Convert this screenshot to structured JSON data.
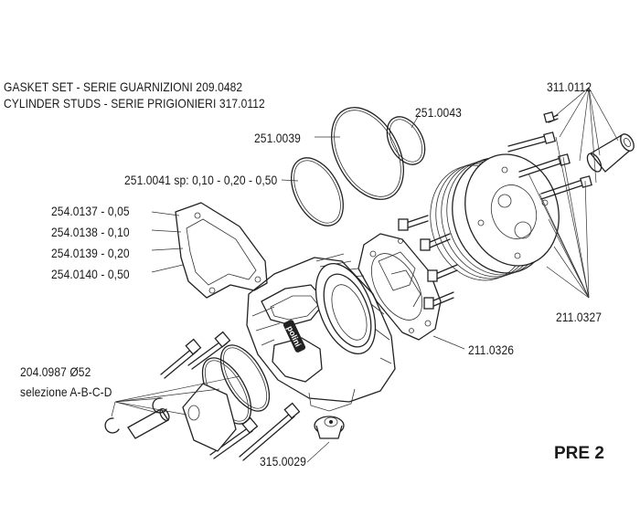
{
  "header": {
    "gasket_set": "GASKET SET - SERIE GUARNIZIONI 209.0482",
    "cylinder_studs": "CYLINDER STUDS - SERIE PRIGIONIERI 317.0112"
  },
  "parts": {
    "p251_0043": "251.0043",
    "p251_0039": "251.0039",
    "p251_0041": "251.0041 sp: 0,10 - 0,20 - 0,50",
    "p254_0137": "254.0137 - 0,05",
    "p254_0138": "254.0138 - 0,10",
    "p254_0139": "254.0139 - 0,20",
    "p254_0140": "254.0140 - 0,50",
    "p311_0112": "311.0112",
    "p211_0327": "211.0327",
    "p211_0326": "211.0326",
    "p204_0987": "204.0987 Ø52",
    "p204_sel": "selezione A-B-C-D",
    "p315_0029": "315.0029"
  },
  "brand_logo_text": "polini",
  "model": "PRE 2"
}
